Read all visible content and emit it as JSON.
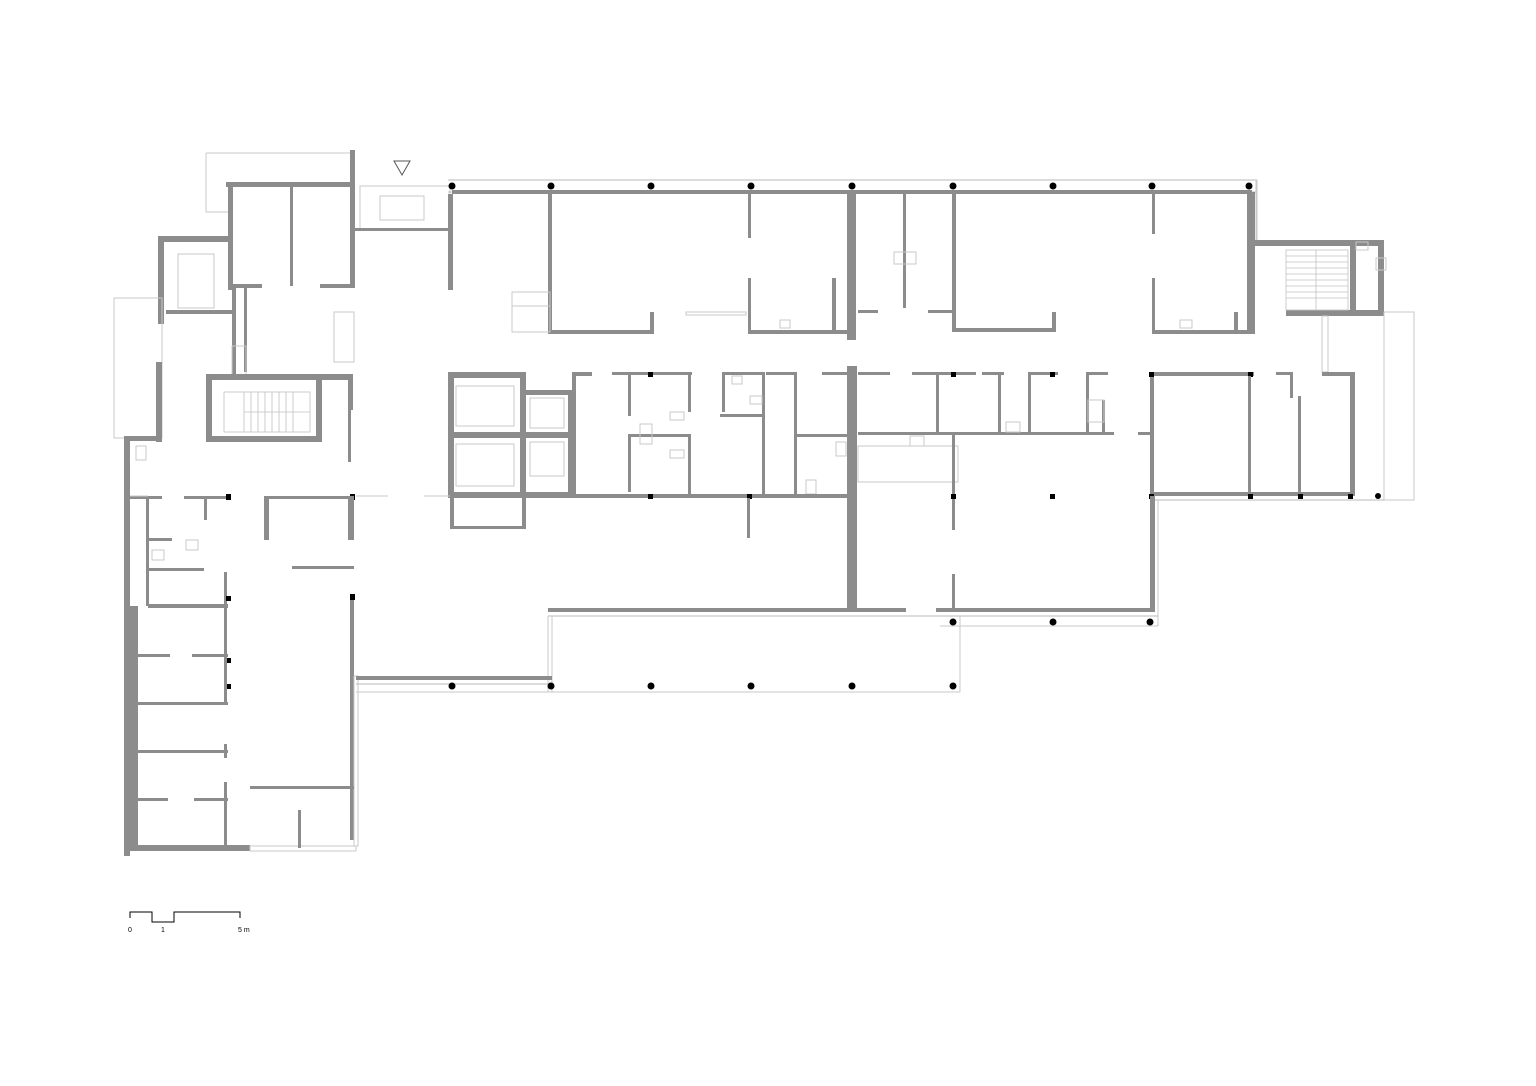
{
  "scale_bar": {
    "label_zero": "0",
    "label_one": "1",
    "label_five": "5 m"
  },
  "colors": {
    "wall": "#8c8c8c",
    "column": "#000000",
    "thin_line": "#c9c9c9"
  }
}
